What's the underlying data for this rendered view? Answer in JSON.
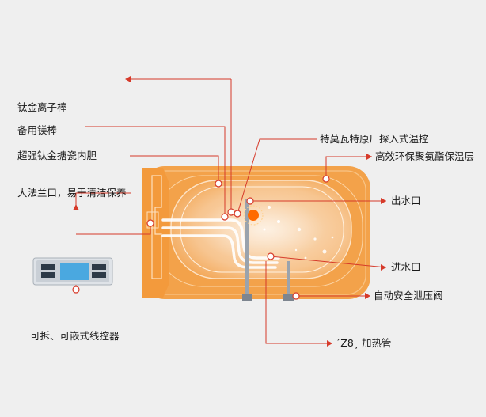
{
  "colors": {
    "background": "#efefef",
    "tank_body": "#f3a24a",
    "tank_rim": "#f6b565",
    "leader_line": "#d63a2a",
    "heating_element": "#ffffff",
    "controller_screen": "#4aa8e0",
    "controller_body": "#dfe3e8"
  },
  "labels": {
    "titanium_rod": "钛金离子棒",
    "backup_mg_rod": "备用镁棒",
    "enamel_liner": "超强钛金搪瓷内胆",
    "flange": "大法兰口，易于清洁保养",
    "thermostat": "特莫瓦特原厂探入式温控",
    "insulation": "高效环保聚氨酯保温层",
    "water_outlet": "出水口",
    "water_inlet": "进水口",
    "relief_valve": "自动安全泄压阀",
    "controller": "可拆、可嵌式线控器",
    "heating_tube": "´Z8¸ 加热管"
  },
  "icons": {
    "controller_device": "wire-controller-panel-icon",
    "heat_sun": "heating-glow-icon"
  }
}
